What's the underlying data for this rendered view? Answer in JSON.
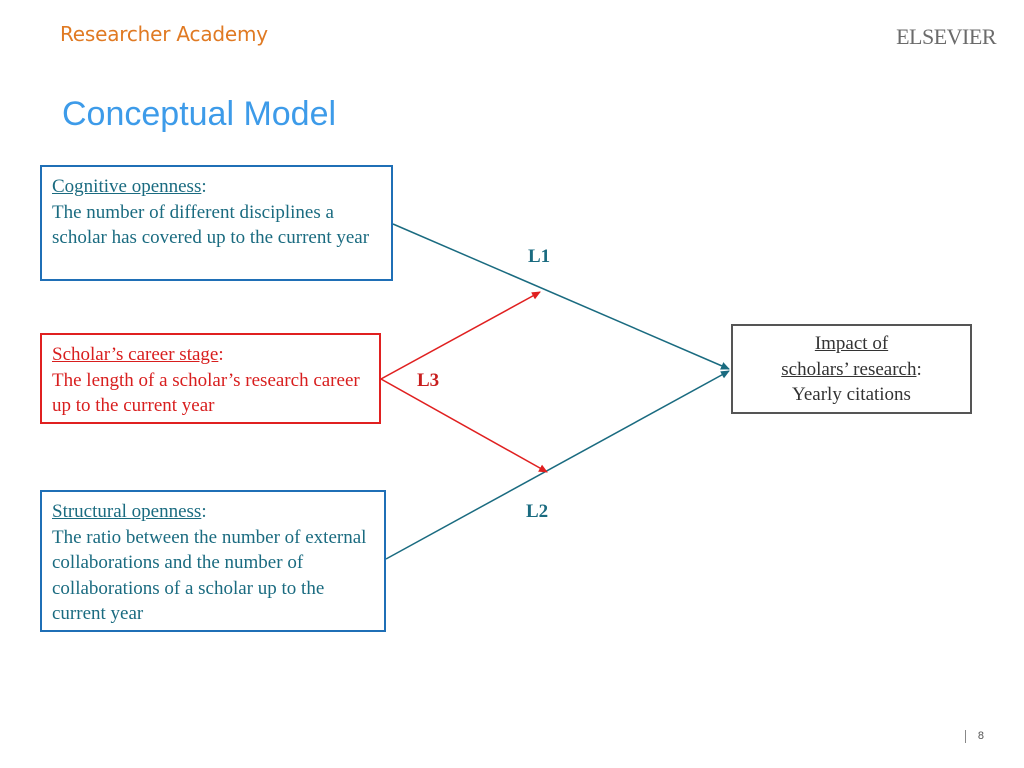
{
  "header": {
    "brand": "Researcher Academy",
    "publisher": "ELSEVIER"
  },
  "slide": {
    "title": "Conceptual Model",
    "page_number": "8"
  },
  "nodes": {
    "cognitive": {
      "heading": "Cognitive openness",
      "colon": ":",
      "text": "The number of different disciplines a scholar has covered up to the current year"
    },
    "career": {
      "heading": "Scholar’s career stage",
      "colon": ":",
      "text": "The length of a scholar’s research career up to the current year"
    },
    "structural": {
      "heading": "Structural openness",
      "colon": ":",
      "text": "The ratio between the number of external collaborations and the number of collaborations of a scholar up to the current year"
    },
    "impact": {
      "heading_line1": "Impact of",
      "heading_line2": "scholars’ research",
      "colon": ":",
      "text": "Yearly citations"
    }
  },
  "edges": {
    "l1": "L1",
    "l2": "L2",
    "l3": "L3"
  },
  "colors": {
    "brand": "#e07a23",
    "title": "#3d9be9",
    "blue_border": "#1f6fb6",
    "teal_text": "#1a6b80",
    "red": "#e02020",
    "gray_border": "#555555"
  }
}
